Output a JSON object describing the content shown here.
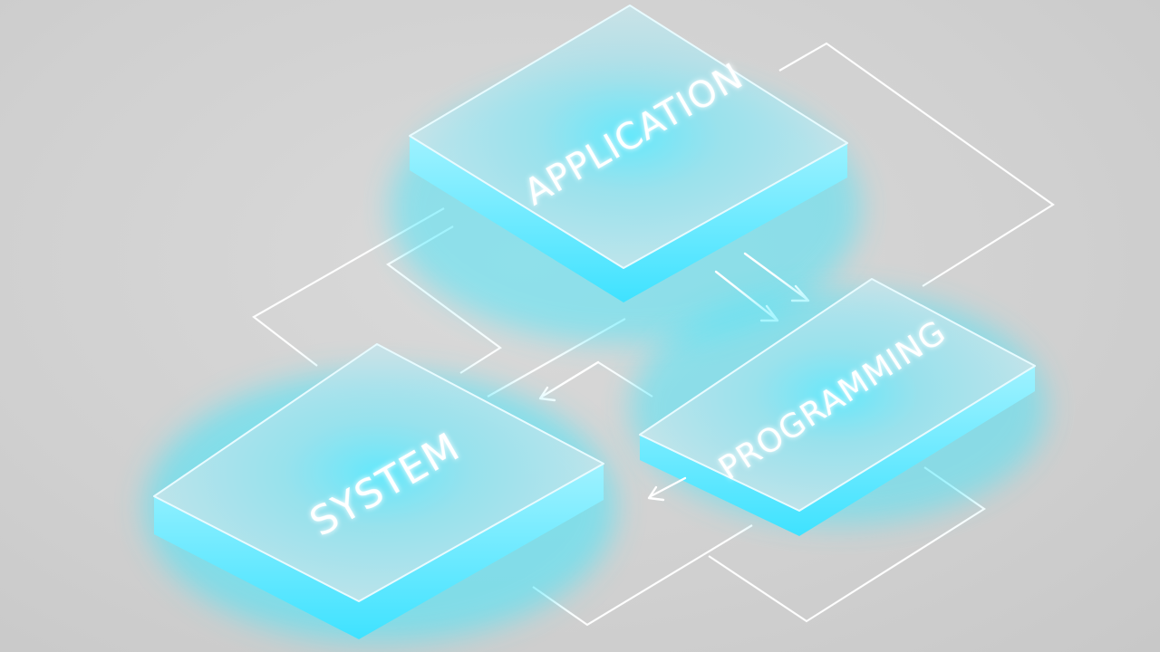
{
  "diagram": {
    "blocks": [
      {
        "id": "application",
        "label": "APPLICATION"
      },
      {
        "id": "programming",
        "label": "PROGRAMMING"
      },
      {
        "id": "system",
        "label": "SYSTEM"
      }
    ]
  },
  "colors": {
    "background": "#d3d3d3",
    "block_glass": "#bfe4ec",
    "glow": "#33e6ff",
    "line": "#ffffff"
  }
}
